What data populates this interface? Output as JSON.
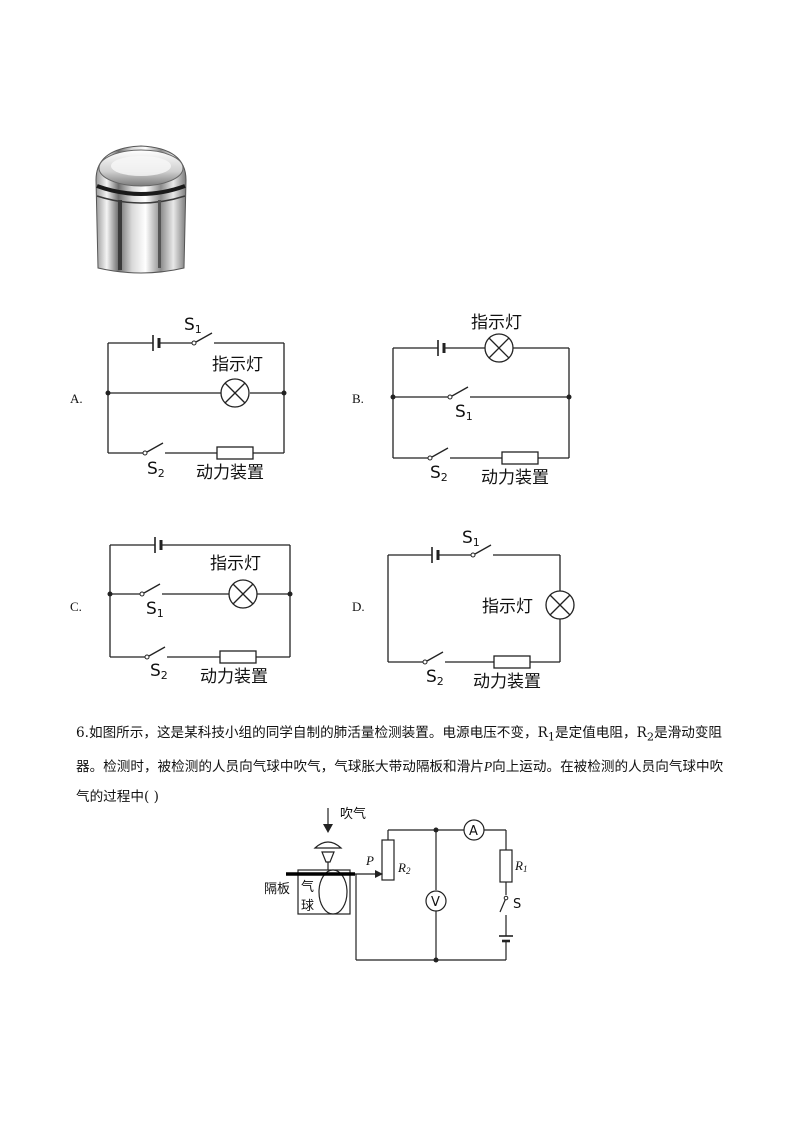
{
  "options": {
    "a": {
      "letter": "A.",
      "s1": "S",
      "s1_sub": "1",
      "s2": "S",
      "s2_sub": "2",
      "lamp": "指示灯",
      "device": "动力装置"
    },
    "b": {
      "letter": "B.",
      "s1": "S",
      "s1_sub": "1",
      "s2": "S",
      "s2_sub": "2",
      "lamp": "指示灯",
      "device": "动力装置"
    },
    "c": {
      "letter": "C.",
      "s1": "S",
      "s1_sub": "1",
      "s2": "S",
      "s2_sub": "2",
      "lamp": "指示灯",
      "device": "动力装置"
    },
    "d": {
      "letter": "D.",
      "s1": "S",
      "s1_sub": "1",
      "s2": "S",
      "s2_sub": "2",
      "lamp": "指示灯",
      "device": "动力装置"
    }
  },
  "question6": {
    "number": "6.",
    "text_part1": "如图所示，这是某科技小组的同学自制的肺活量检测装置。电源电压不变，R",
    "r1_sub": "1",
    "text_part2": "是定值电阻，R",
    "r2_sub": "2",
    "text_part3": "是滑动变阻器。检测时，被检测的人员向气球中吹气，气球胀大带动隔板和滑片",
    "p_var": "P",
    "text_part4": "向上运动。在被检测的人员向气球中吹气的过程中(    )"
  },
  "figure6": {
    "blow": "吹气",
    "partition": "隔板",
    "balloon_1": "气",
    "balloon_2": "球",
    "p": "P",
    "r2": "R",
    "r2_sub": "2",
    "r1": "R",
    "r1_sub": "1",
    "ammeter": "A",
    "voltmeter": "V",
    "switch": "S"
  }
}
